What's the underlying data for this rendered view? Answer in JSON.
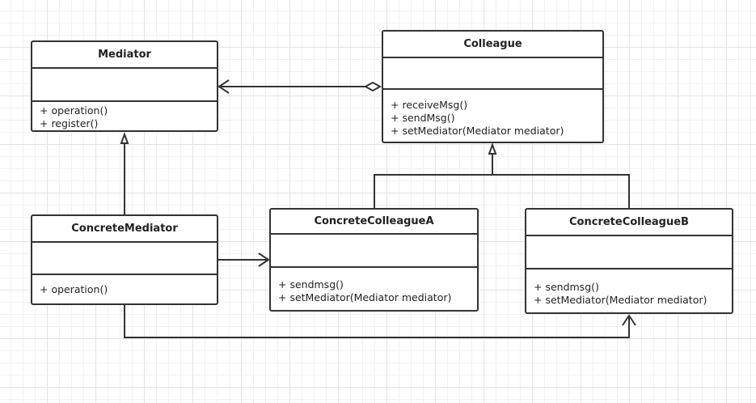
{
  "classes": {
    "mediator": {
      "name": "Mediator",
      "methods": [
        "+ operation()",
        "+ register()"
      ]
    },
    "colleague": {
      "name": "Colleague",
      "methods": [
        "+ receiveMsg()",
        "+ sendMsg()",
        "+ setMediator(Mediator mediator)"
      ]
    },
    "concrete_mediator": {
      "name": "ConcreteMediator",
      "methods": [
        "+ operation()"
      ]
    },
    "concrete_colleague_a": {
      "name": "ConcreteColleagueA",
      "methods": [
        "+ sendmsg()",
        "+ setMediator(Mediator mediator)"
      ]
    },
    "concrete_colleague_b": {
      "name": "ConcreteColleagueB",
      "methods": [
        "+ sendmsg()",
        "+ setMediator(Mediator mediator)"
      ]
    }
  },
  "relations": [
    {
      "type": "aggregation",
      "from": "Colleague",
      "to": "Mediator"
    },
    {
      "type": "generalization",
      "from": "ConcreteMediator",
      "to": "Mediator"
    },
    {
      "type": "generalization",
      "from": "ConcreteColleagueA",
      "to": "Colleague"
    },
    {
      "type": "generalization",
      "from": "ConcreteColleagueB",
      "to": "Colleague"
    },
    {
      "type": "association",
      "from": "ConcreteMediator",
      "to": "ConcreteColleagueA"
    },
    {
      "type": "association",
      "from": "ConcreteMediator",
      "to": "ConcreteColleagueB"
    }
  ]
}
